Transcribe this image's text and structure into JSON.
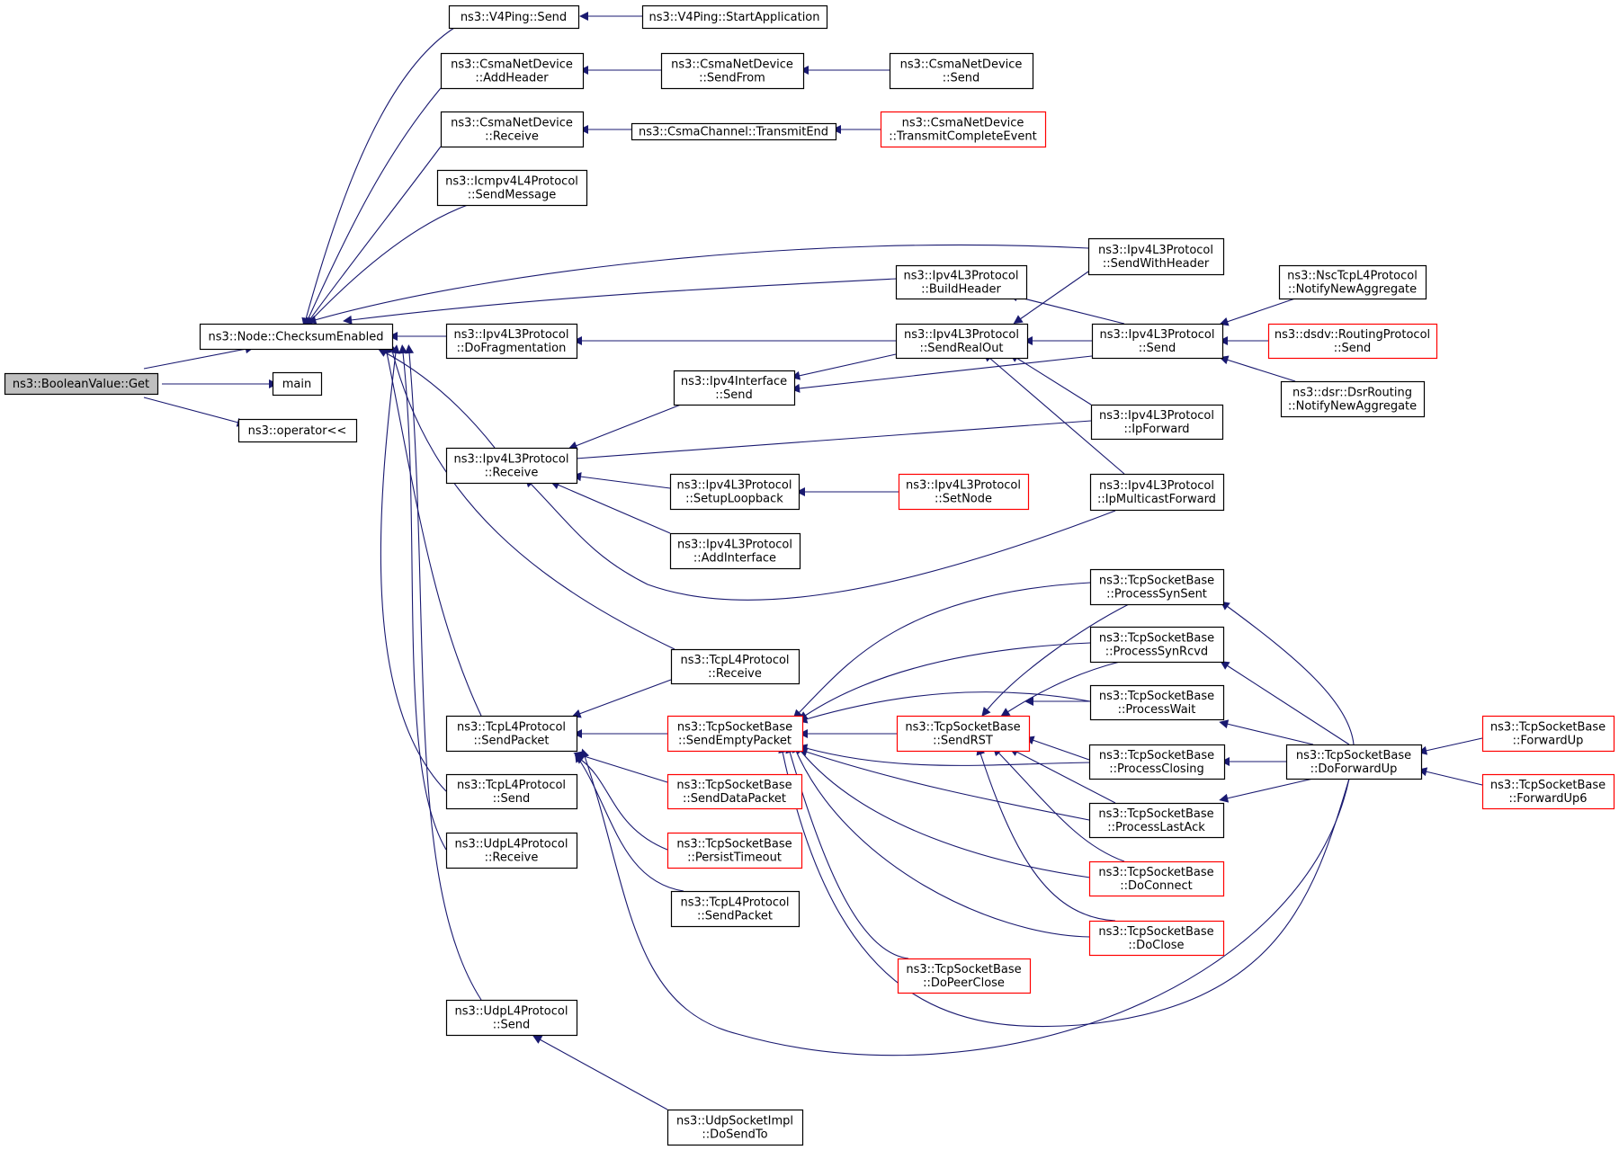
{
  "colors": {
    "edge": "#191970",
    "node_border": "#000000",
    "truncated_border": "#ff0000",
    "root_fill": "#bfbfbf",
    "node_fill": "#ffffff"
  },
  "nodes": {
    "boolget": {
      "lines": [
        "ns3::BooleanValue::Get"
      ],
      "kind": "root"
    },
    "cksum": {
      "lines": [
        "ns3::Node::ChecksumEnabled"
      ],
      "kind": "normal"
    },
    "main": {
      "lines": [
        "main"
      ],
      "kind": "normal"
    },
    "oplt": {
      "lines": [
        "ns3::operator<<"
      ],
      "kind": "normal"
    },
    "v4send": {
      "lines": [
        "ns3::V4Ping::Send"
      ],
      "kind": "normal"
    },
    "v4start": {
      "lines": [
        "ns3::V4Ping::StartApplication"
      ],
      "kind": "normal"
    },
    "csmaadd": {
      "lines": [
        "ns3::CsmaNetDevice",
        "::AddHeader"
      ],
      "kind": "normal"
    },
    "csmasendfrom": {
      "lines": [
        "ns3::CsmaNetDevice",
        "::SendFrom"
      ],
      "kind": "normal"
    },
    "csmasend": {
      "lines": [
        "ns3::CsmaNetDevice",
        "::Send"
      ],
      "kind": "normal"
    },
    "csmarecv": {
      "lines": [
        "ns3::CsmaNetDevice",
        "::Receive"
      ],
      "kind": "normal"
    },
    "csmatx": {
      "lines": [
        "ns3::CsmaChannel::TransmitEnd"
      ],
      "kind": "normal"
    },
    "csmatxc": {
      "lines": [
        "ns3::CsmaNetDevice",
        "::TransmitCompleteEvent"
      ],
      "kind": "truncated"
    },
    "icmp": {
      "lines": [
        "ns3::Icmpv4L4Protocol",
        "::SendMessage"
      ],
      "kind": "normal"
    },
    "sendwh": {
      "lines": [
        "ns3::Ipv4L3Protocol",
        "::SendWithHeader"
      ],
      "kind": "normal"
    },
    "buildh": {
      "lines": [
        "ns3::Ipv4L3Protocol",
        "::BuildHeader"
      ],
      "kind": "normal"
    },
    "nsctcp": {
      "lines": [
        "ns3::NscTcpL4Protocol",
        "::NotifyNewAggregate"
      ],
      "kind": "normal"
    },
    "dofrag": {
      "lines": [
        "ns3::Ipv4L3Protocol",
        "::DoFragmentation"
      ],
      "kind": "normal"
    },
    "sendro": {
      "lines": [
        "ns3::Ipv4L3Protocol",
        "::SendRealOut"
      ],
      "kind": "normal"
    },
    "ip4send": {
      "lines": [
        "ns3::Ipv4L3Protocol",
        "::Send"
      ],
      "kind": "normal"
    },
    "dsdv": {
      "lines": [
        "ns3::dsdv::RoutingProtocol",
        "::Send"
      ],
      "kind": "truncated"
    },
    "ifsend": {
      "lines": [
        "ns3::Ipv4Interface",
        "::Send"
      ],
      "kind": "normal"
    },
    "dsr": {
      "lines": [
        "ns3::dsr::DsrRouting",
        "::NotifyNewAggregate"
      ],
      "kind": "normal"
    },
    "ipfwd": {
      "lines": [
        "ns3::Ipv4L3Protocol",
        "::IpForward"
      ],
      "kind": "normal"
    },
    "ip4recv": {
      "lines": [
        "ns3::Ipv4L3Protocol",
        "::Receive"
      ],
      "kind": "normal"
    },
    "setuplb": {
      "lines": [
        "ns3::Ipv4L3Protocol",
        "::SetupLoopback"
      ],
      "kind": "normal"
    },
    "setnode": {
      "lines": [
        "ns3::Ipv4L3Protocol",
        "::SetNode"
      ],
      "kind": "truncated"
    },
    "ipmcast": {
      "lines": [
        "ns3::Ipv4L3Protocol",
        "::IpMulticastForward"
      ],
      "kind": "normal"
    },
    "addif": {
      "lines": [
        "ns3::Ipv4L3Protocol",
        "::AddInterface"
      ],
      "kind": "normal"
    },
    "procsynsent": {
      "lines": [
        "ns3::TcpSocketBase",
        "::ProcessSynSent"
      ],
      "kind": "normal"
    },
    "procsynrcvd": {
      "lines": [
        "ns3::TcpSocketBase",
        "::ProcessSynRcvd"
      ],
      "kind": "normal"
    },
    "tcprecv": {
      "lines": [
        "ns3::TcpL4Protocol",
        "::Receive"
      ],
      "kind": "normal"
    },
    "procwait": {
      "lines": [
        "ns3::TcpSocketBase",
        "::ProcessWait"
      ],
      "kind": "normal"
    },
    "tcpsendpkt": {
      "lines": [
        "ns3::TcpL4Protocol",
        "::SendPacket"
      ],
      "kind": "normal"
    },
    "sendempty": {
      "lines": [
        "ns3::TcpSocketBase",
        "::SendEmptyPacket"
      ],
      "kind": "truncated"
    },
    "sendrst": {
      "lines": [
        "ns3::TcpSocketBase",
        "::SendRST"
      ],
      "kind": "truncated"
    },
    "fwdup": {
      "lines": [
        "ns3::TcpSocketBase",
        "::ForwardUp"
      ],
      "kind": "truncated"
    },
    "procclosing": {
      "lines": [
        "ns3::TcpSocketBase",
        "::ProcessClosing"
      ],
      "kind": "normal"
    },
    "dofwdup": {
      "lines": [
        "ns3::TcpSocketBase",
        "::DoForwardUp"
      ],
      "kind": "normal"
    },
    "tcpsend": {
      "lines": [
        "ns3::TcpL4Protocol",
        "::Send"
      ],
      "kind": "normal"
    },
    "senddata": {
      "lines": [
        "ns3::TcpSocketBase",
        "::SendDataPacket"
      ],
      "kind": "truncated"
    },
    "fwdup6": {
      "lines": [
        "ns3::TcpSocketBase",
        "::ForwardUp6"
      ],
      "kind": "truncated"
    },
    "proclastack": {
      "lines": [
        "ns3::TcpSocketBase",
        "::ProcessLastAck"
      ],
      "kind": "normal"
    },
    "udprecv": {
      "lines": [
        "ns3::UdpL4Protocol",
        "::Receive"
      ],
      "kind": "normal"
    },
    "persist": {
      "lines": [
        "ns3::TcpSocketBase",
        "::PersistTimeout"
      ],
      "kind": "truncated"
    },
    "doconnect": {
      "lines": [
        "ns3::TcpSocketBase",
        "::DoConnect"
      ],
      "kind": "truncated"
    },
    "tcpsendpkt2": {
      "lines": [
        "ns3::TcpL4Protocol",
        "::SendPacket"
      ],
      "kind": "normal"
    },
    "doclose": {
      "lines": [
        "ns3::TcpSocketBase",
        "::DoClose"
      ],
      "kind": "truncated"
    },
    "dopeerclose": {
      "lines": [
        "ns3::TcpSocketBase",
        "::DoPeerClose"
      ],
      "kind": "truncated"
    },
    "udpsend": {
      "lines": [
        "ns3::UdpL4Protocol",
        "::Send"
      ],
      "kind": "normal"
    },
    "udpsock": {
      "lines": [
        "ns3::UdpSocketImpl",
        "::DoSendTo"
      ],
      "kind": "normal"
    }
  }
}
